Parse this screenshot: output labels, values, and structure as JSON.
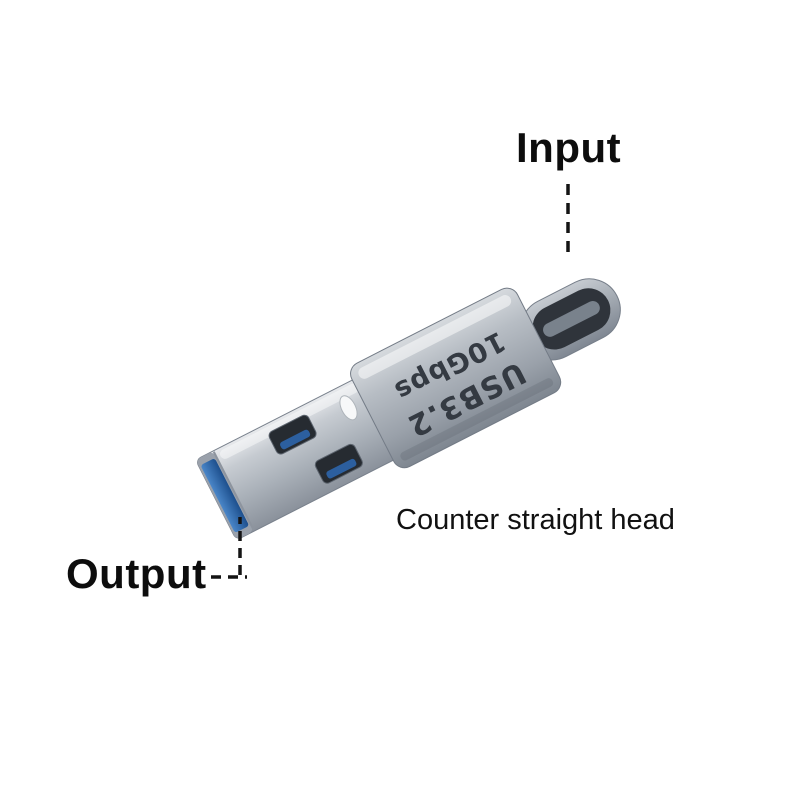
{
  "annotations": {
    "input_label": "Input",
    "output_label": "Output",
    "caption": "Counter straight head"
  },
  "product": {
    "print_line1": "USB3.2",
    "print_line2": "10Gbps"
  },
  "colors": {
    "background": "#ffffff",
    "annotation_text": "#0d0d0d",
    "leader_line": "#141414",
    "shell_metal_light": "#e8eaed",
    "shell_metal_dark": "#8a919b",
    "body_metal_light": "#d3d7db",
    "body_metal_dark": "#7e8690",
    "tongue_blue": "#2b66ad",
    "connector_opening": "#2f343b",
    "connector_tab": "#79828c",
    "print_text": "#343a42",
    "hole_dark": "#262b31",
    "hole_blue": "#2c5f9f",
    "led_window": "#f7f8f9"
  }
}
